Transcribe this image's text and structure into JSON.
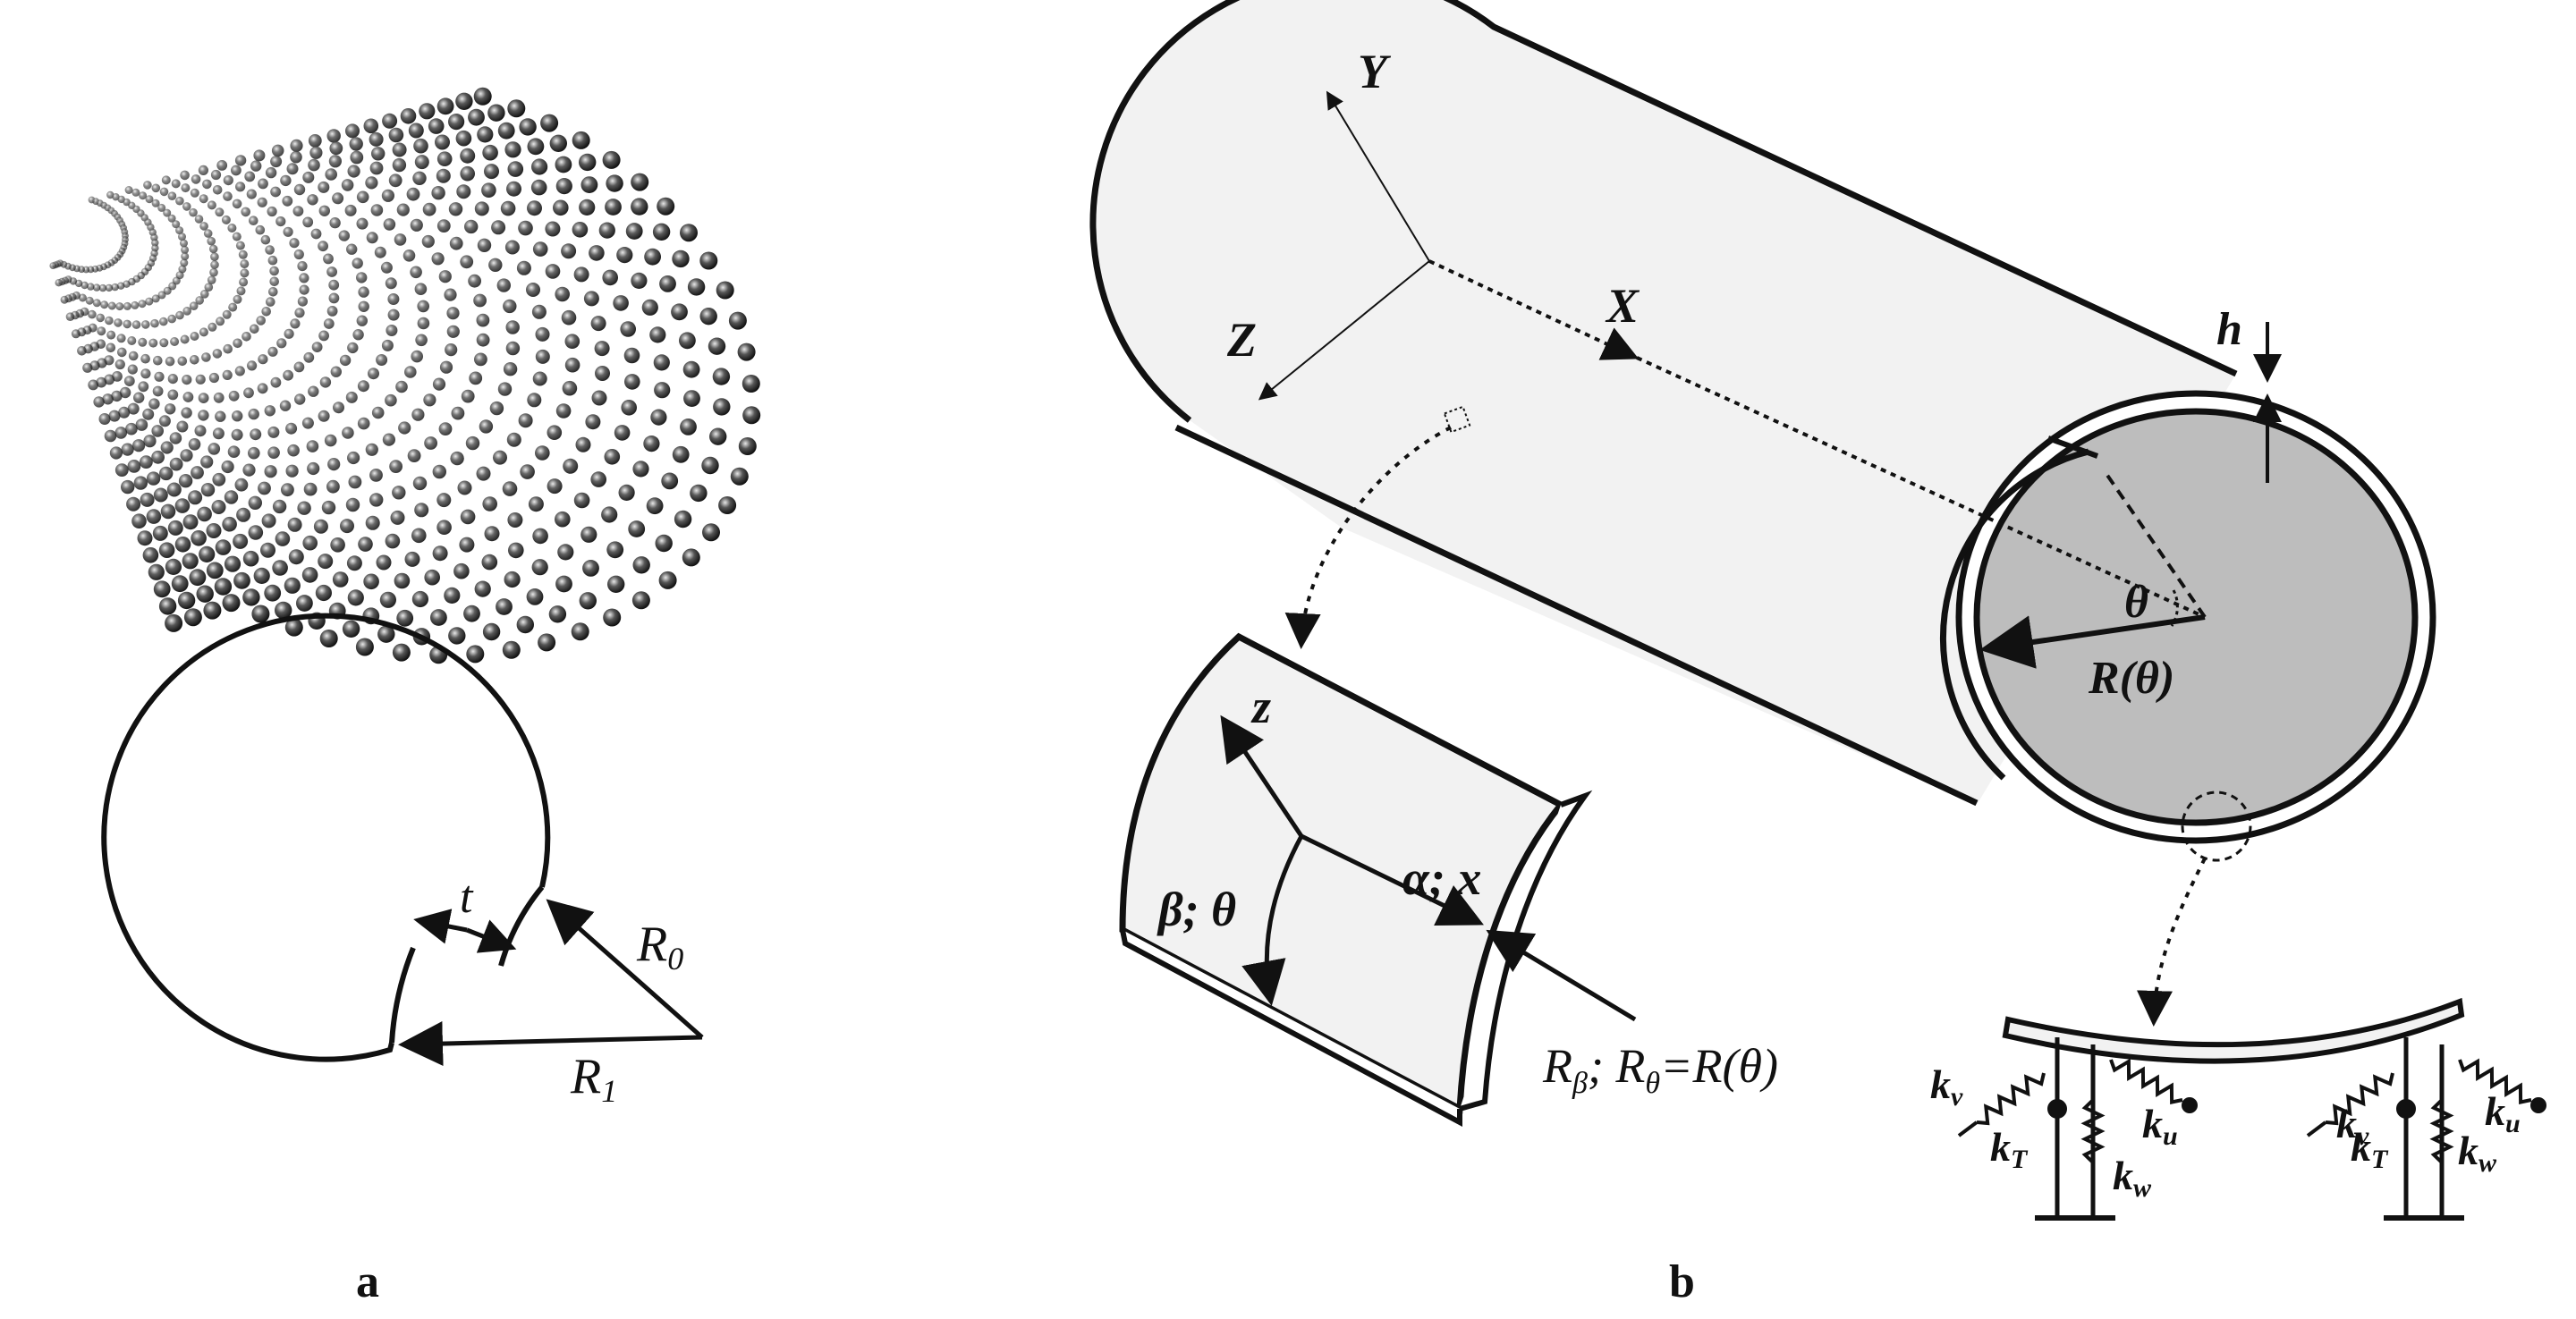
{
  "panel_a": {
    "label": "a",
    "labels": {
      "t": "t",
      "r0": "R",
      "r0_sub": "0",
      "r1": "R",
      "r1_sub": "1"
    }
  },
  "panel_b": {
    "label": "b",
    "axes": {
      "x": "X",
      "y": "Y",
      "z": "Z"
    },
    "thickness": "h",
    "angle": "θ",
    "radius": "R(θ)",
    "element": {
      "z": "z",
      "alpha": "α; x",
      "beta": "β; θ",
      "radii_r": "R",
      "radii_sub_beta": "β",
      "radii_mid": "; R",
      "radii_sub_theta": "θ",
      "radii_end": "=R(θ)"
    },
    "foundation": {
      "kv": "k",
      "kv_sub": "v",
      "kT": "k",
      "kT_sub": "T",
      "ku": "k",
      "ku_sub": "u",
      "kw": "k",
      "kw_sub": "w"
    }
  }
}
